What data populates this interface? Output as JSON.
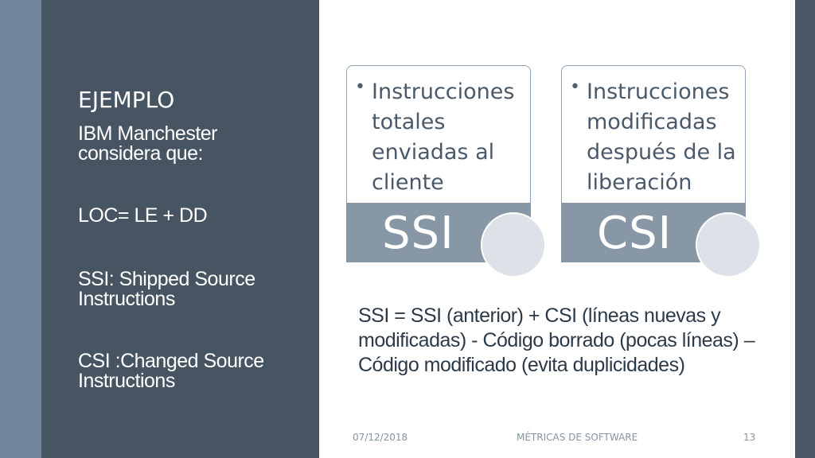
{
  "slide": {
    "title": "EJEMPLO",
    "left_blocks": [
      "IBM Manchester considera   que:",
      "LOC=   LE + DD",
      "SSI: Shipped   Source Instructions",
      "CSI :Changed Source Instructions"
    ],
    "cards": [
      {
        "bullet": "•",
        "text": "Instrucciones totales enviadas al cliente",
        "label": "SSI"
      },
      {
        "bullet": "•",
        "text": "Instrucciones modificadas después de la liberación",
        "label": "CSI"
      }
    ],
    "note": "SSI   = SSI (anterior) + CSI (líneas nuevas y modificadas)   - Código borrado (pocas líneas) – Código modificado (evita duplicidades)"
  },
  "footer": {
    "date": "07/12/2018",
    "title": "MÉTRICAS DE SOFTWARE",
    "page": "13"
  },
  "colors": {
    "left_panel": "#475563",
    "left_strip": "#71869a",
    "band": "#8797a6",
    "circle": "#dce2e7"
  }
}
